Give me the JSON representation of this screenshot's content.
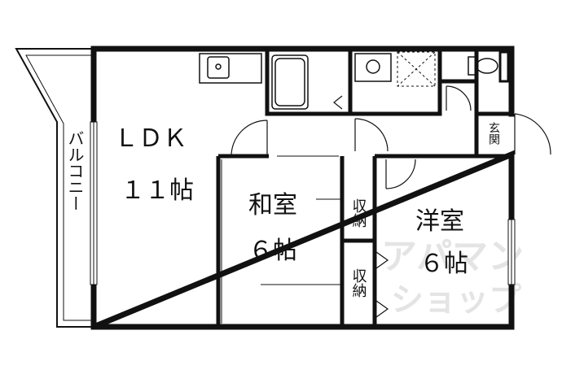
{
  "rooms": {
    "ldk": {
      "name": "ＬＤＫ",
      "size": "１１帖"
    },
    "washitsu": {
      "name": "和室",
      "size": "６帖"
    },
    "youshitsu": {
      "name": "洋室",
      "size": "６帖"
    },
    "closet_upper": {
      "name": "収納"
    },
    "closet_lower": {
      "name": "収納"
    },
    "entrance": {
      "name": "玄関"
    },
    "balcony": {
      "name": "バルコニー"
    }
  },
  "watermark": {
    "line1": "アパマン",
    "line2": "ショップ"
  },
  "colors": {
    "wall": "#111111",
    "background": "#ffffff",
    "watermark": "#e4e4e4"
  }
}
